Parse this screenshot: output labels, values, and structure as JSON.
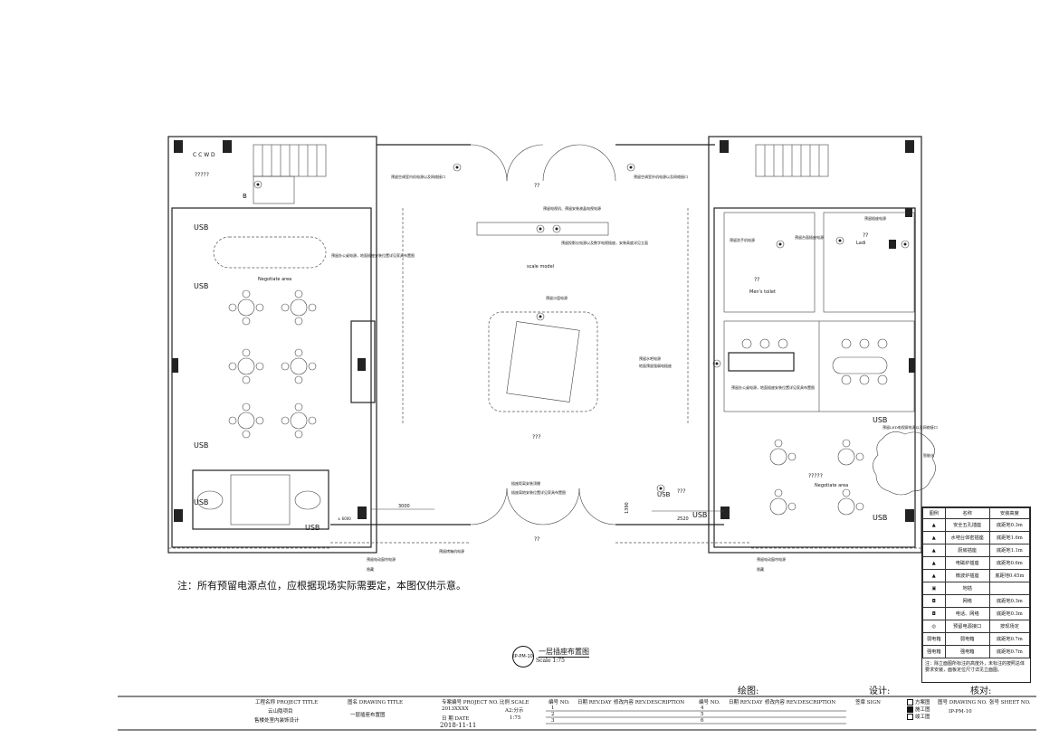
{
  "floor_labels": {
    "usb": "USB",
    "negotiate_left": "Negotiate area",
    "negotiate_right": "Negotiate area",
    "scale_model": "scale model",
    "mens_toilet": "Men's toilet",
    "ladies_toilet": "Ladi",
    "marks_b": "B",
    "marks_ccwd": "C C W D",
    "unknown": "????",
    "unknown_short": "??",
    "unknown_3": "???",
    "unknown_5": "?????"
  },
  "dimensions": {
    "d3000": "3000",
    "d2520": "2520",
    "d1390": "1390",
    "d6000": "± 6000"
  },
  "annotations": {
    "a1": "预留空调室内机电源以及网络接口",
    "a2": "预留空调室外机电源以及网络接口",
    "a3": "预留电视机、预留安装液晶电视电源",
    "a4": "预留投影仪电源以及数字电视插座，安装高度详见立面",
    "a5": "预留沙盘电源",
    "a6": "预留水吧电源",
    "a7": "地面预留强弱电插座",
    "a8": "预留洗手机电源",
    "a9": "预留插座电源",
    "a10": "预留台面插座电源",
    "a11": "预留LED电视屏电源以及网络接口",
    "a12": "预留办公桌电源，地面插座安装位置详见家具布置图",
    "a13": "插座距离安装顶棚",
    "a14": "插座离地安装位置详见家具布置图",
    "a15": "预留烤箱机电源",
    "a16": "预留电动窗帘电源",
    "a17": "隐藏",
    "a18": "智能化",
    "a19": "预留电动窗帘电源"
  },
  "note": "注：所有预留电源点位，应根据现场实际需要定，本图仅供示意。",
  "drawing_title": {
    "badge": "IP-PM-10",
    "title": "一层插座布置图",
    "scale": "Scale 1:75"
  },
  "sign_labels": {
    "drawn": "绘图:",
    "design": "设计:",
    "check": "核对:"
  },
  "title_block": {
    "project_title_label": "工程名称 PROJECT TITLE",
    "project_name_1": "云山隐项目",
    "project_name_2": "售楼处室内装饰设计",
    "drawing_title_label": "图名 DRAWING TITLE",
    "drawing_title": "一层插座布置图",
    "project_no_label": "专案编号 PROJECT NO.",
    "project_no": "2013XXXX",
    "scale_label": "比例 SCALE",
    "scale_size": "A2:分示",
    "scale_value": "1:75",
    "date_label": "日 期 DATE",
    "date_value": "2018-11-11",
    "no_label": "编号 NO.",
    "rev_day_label": "日期 REV.DAY",
    "rev_desc_label": "修改内容 REV.DESCRIPTION",
    "no_label_2": "编号 NO.",
    "rev_day_label_2": "日期 REV.DAY",
    "rev_desc_label_2": "修改内容 REV.DESCRIPTION",
    "sign_label": "签章 SIGN",
    "rows_left": [
      "1",
      "2",
      "3"
    ],
    "rows_right": [
      "4",
      "5",
      "6"
    ],
    "stage_1": "方案图",
    "stage_2": "施工图",
    "stage_3": "竣工图",
    "drawing_no_label": "图号 DRAWING NO.",
    "sheet_no_label": "张号 SHEET NO.",
    "drawing_no": "IP-PM-10"
  },
  "legend": {
    "header_icon": "图例",
    "header_name": "名称",
    "header_height": "安装高度",
    "rows": [
      {
        "name": "安全五孔插座",
        "height": "底距地0.3m"
      },
      {
        "name": "水吧台体密插座",
        "height": "底距地1.6m"
      },
      {
        "name": "厨房插座",
        "height": "底距地1.1m"
      },
      {
        "name": "电磁炉插座",
        "height": "底距地0.6m"
      },
      {
        "name": "微波炉插座",
        "height": "底距地0.45m"
      },
      {
        "name": "地插",
        "height": ""
      },
      {
        "name": "网络",
        "height": "底距地0.3m"
      },
      {
        "name": "电话、网络",
        "height": "底距地0.3m"
      },
      {
        "name": "预留电源接口",
        "height": "按现场定"
      },
      {
        "name": "弱电箱",
        "height": "底距地0.7m"
      },
      {
        "name": "强电箱",
        "height": "底距地0.7m"
      }
    ],
    "box_weak": "弱电箱",
    "box_strong": "强电箱",
    "footnote": "注：除立面图所标注的高度外，未标注的按照总体要求安装，面板定位尺寸详见立面图。"
  }
}
